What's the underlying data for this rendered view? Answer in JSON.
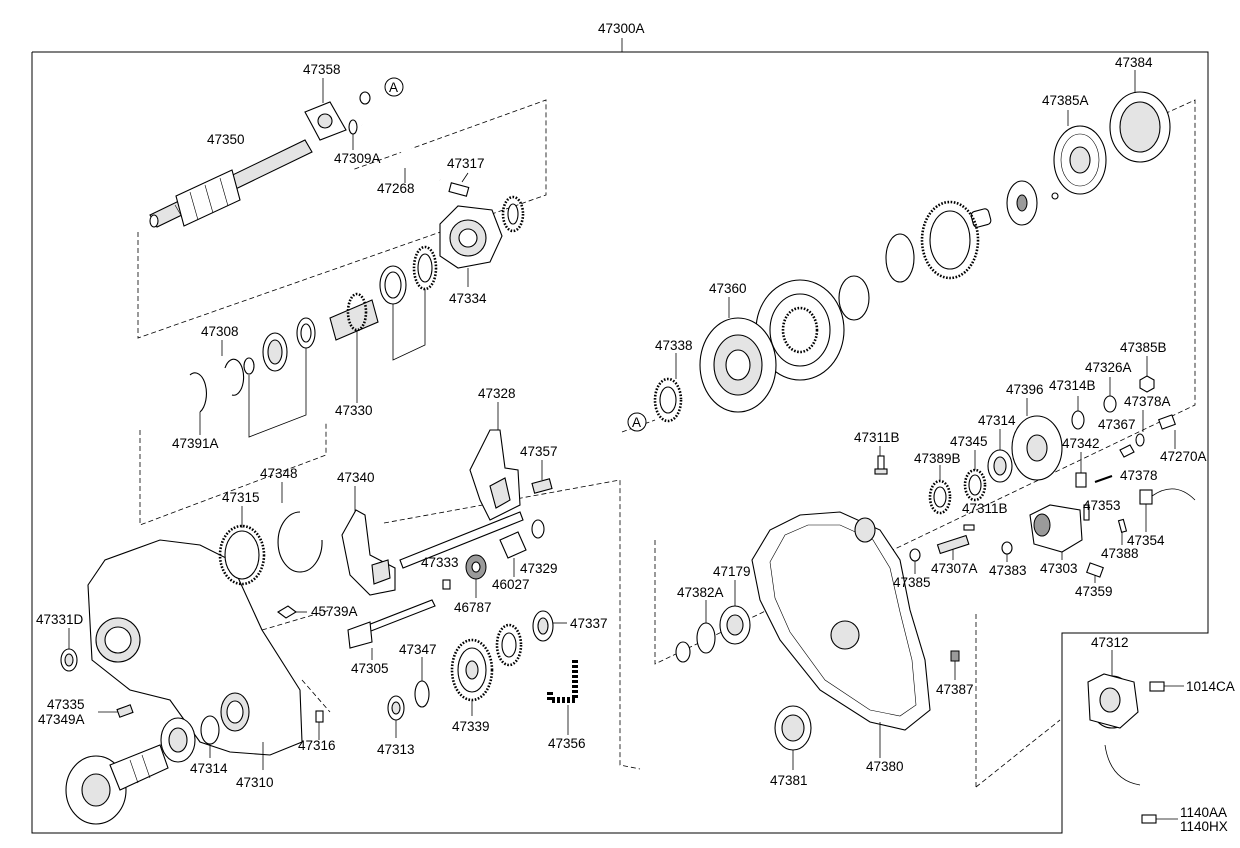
{
  "diagram": {
    "assembly_label": "47300A",
    "reference_marker": "A",
    "labels": {
      "p47358": "47358",
      "p47350": "47350",
      "p47309A": "47309A",
      "p47268": "47268",
      "p47317": "47317",
      "p47334": "47334",
      "p47308": "47308",
      "p47330": "47330",
      "p47391A": "47391A",
      "p47328": "47328",
      "p47357": "47357",
      "p47348": "47348",
      "p47340": "47340",
      "p47315": "47315",
      "p47333": "47333",
      "p46787": "46787",
      "p46027": "46027",
      "p47329": "47329",
      "p45739A": "45739A",
      "p47331D": "47331D",
      "p47305": "47305",
      "p47347": "47347",
      "p47337": "47337",
      "p47335": "47335",
      "p47349A": "47349A",
      "p47313": "47313",
      "p47339": "47339",
      "p47356": "47356",
      "p47316": "47316",
      "p47314_left": "47314",
      "p47310": "47310",
      "p47384": "47384",
      "p47385A": "47385A",
      "p47360": "47360",
      "p47338": "47338",
      "p47385B": "47385B",
      "p47326A": "47326A",
      "p47396": "47396",
      "p47314B": "47314B",
      "p47378A": "47378A",
      "p47311B_top": "47311B",
      "p47314_right": "47314",
      "p47367": "47367",
      "p47270A": "47270A",
      "p47345": "47345",
      "p47342": "47342",
      "p47389B": "47389B",
      "p47378": "47378",
      "p47353": "47353",
      "p47311B_mid": "47311B",
      "p47354": "47354",
      "p47179": "47179",
      "p47307A": "47307A",
      "p47388": "47388",
      "p47382A": "47382A",
      "p47385": "47385",
      "p47383": "47383",
      "p47303": "47303",
      "p47359": "47359",
      "p47312": "47312",
      "p1014CA": "1014CA",
      "p47387": "47387",
      "p47381": "47381",
      "p47380": "47380",
      "p1140AA": "1140AA",
      "p1140HX": "1140HX"
    }
  }
}
